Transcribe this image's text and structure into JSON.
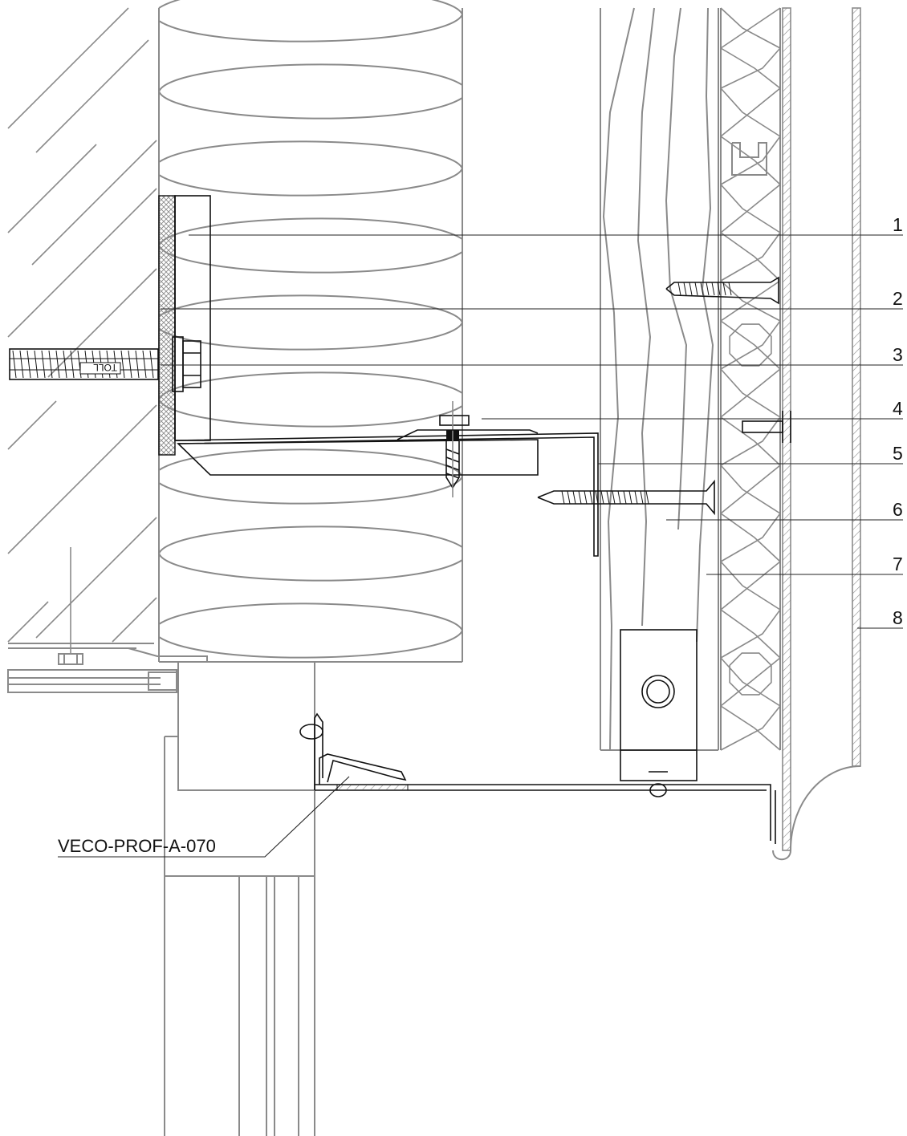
{
  "callouts": [
    {
      "label": "1"
    },
    {
      "label": "2"
    },
    {
      "label": "3"
    },
    {
      "label": "4"
    },
    {
      "label": "5"
    },
    {
      "label": "6"
    },
    {
      "label": "7"
    },
    {
      "label": "8"
    }
  ],
  "profile_label": "VECO-PROF-A-070",
  "anchor_text": "TOLL",
  "colors": {
    "line": "#8a8a8a",
    "ink": "#111111",
    "background": "#ffffff"
  }
}
